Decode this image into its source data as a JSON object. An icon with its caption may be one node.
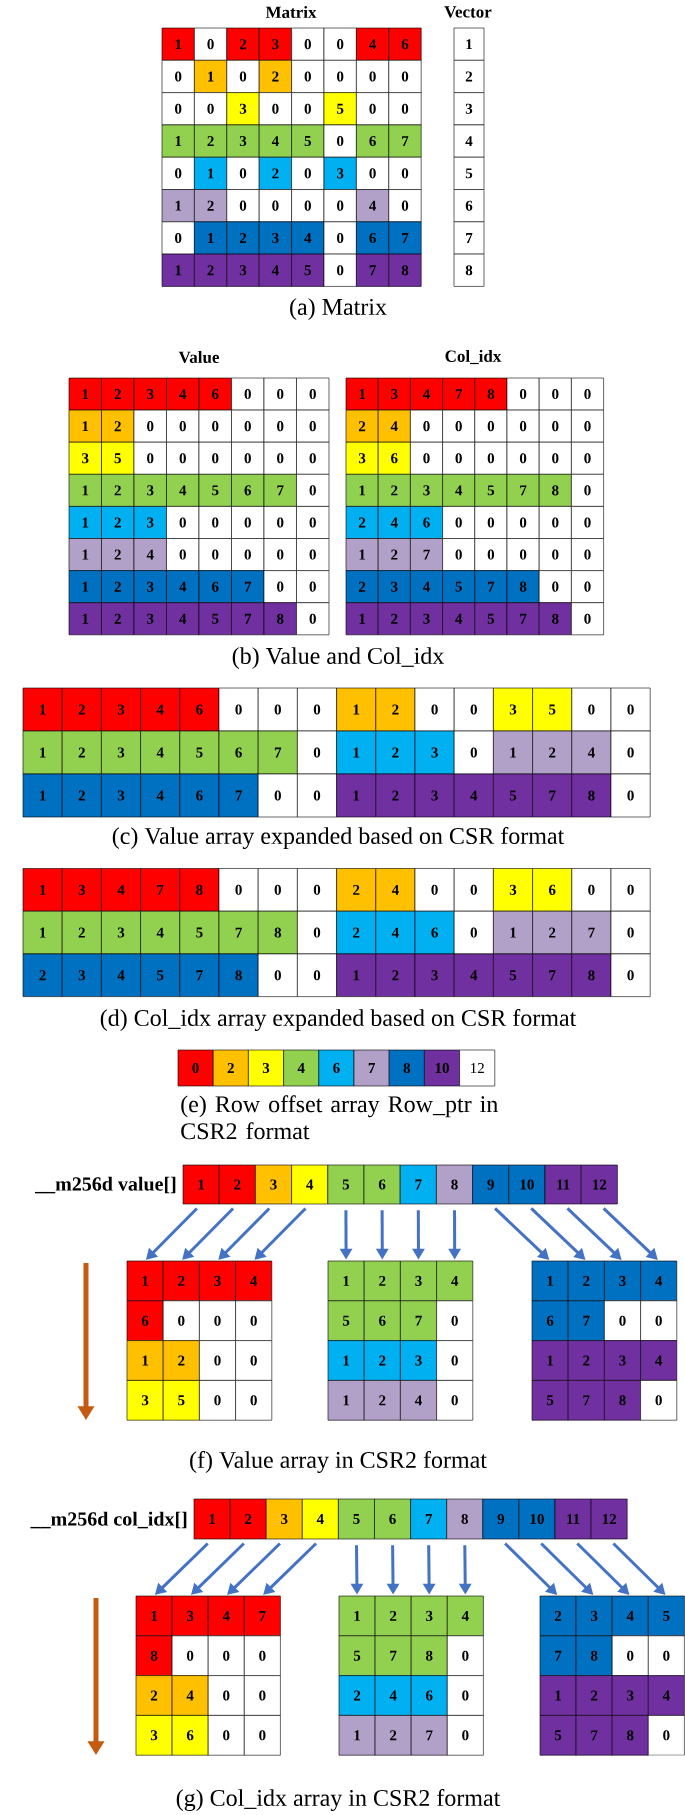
{
  "diagram": {
    "nodes": [
      {
        "text": [
          "1"
        ]
      },
      {
        "text": [
          "2"
        ]
      },
      {
        "text": [
          "3"
        ]
      },
      {
        "text": [
          "4"
        ]
      },
      {
        "text": [
          "5"
        ]
      },
      {
        "text": [
          "6"
        ]
      },
      {
        "text": [
          "7"
        ]
      },
      {
        "text": [
          "8"
        ]
      },
      {
        "text": [
          "9"
        ]
      },
      {
        "text": [
          "10"
        ]
      },
      {
        "text": [
          "11"
        ]
      },
      {
        "text": [
          "12"
        ]
      },
      {
        "text": [
          "1"
        ]
      },
      {
        "text": [
          "2"
        ]
      },
      {
        "text": [
          "3"
        ]
      },
      {
        "text": [
          "4"
        ]
      },
      {
        "text": [
          "1"
        ]
      },
      {
        "text": [
          "2"
        ]
      },
      {
        "text": [
          "3"
        ]
      },
      {
        "text": [
          "4"
        ]
      },
      {
        "text": [
          "1"
        ]
      },
      {
        "text": [
          "2"
        ]
      },
      {
        "text": [
          "3"
        ]
      },
      {
        "text": [
          "4"
        ]
      },
      {
        "text": [
          "1"
        ]
      },
      {
        "text": [
          "2"
        ]
      },
      {
        "text": [
          "3"
        ]
      },
      {
        "text": [
          "4"
        ]
      },
      {
        "text": [
          "5"
        ]
      },
      {
        "text": [
          "6"
        ]
      },
      {
        "text": [
          "7"
        ]
      },
      {
        "text": [
          "8"
        ]
      },
      {
        "text": [
          "9"
        ]
      },
      {
        "text": [
          "10"
        ]
      },
      {
        "text": [
          "11"
        ]
      },
      {
        "text": [
          "12"
        ]
      },
      {
        "text": [
          "1"
        ]
      },
      {
        "text": [
          "3"
        ]
      },
      {
        "text": [
          "4"
        ]
      },
      {
        "text": [
          "7"
        ]
      },
      {
        "text": [
          "1"
        ]
      },
      {
        "text": [
          "2"
        ]
      },
      {
        "text": [
          "3"
        ]
      },
      {
        "text": [
          "4"
        ]
      },
      {
        "text": [
          "2"
        ]
      },
      {
        "text": [
          "3"
        ]
      },
      {
        "text": [
          "4"
        ]
      },
      {
        "text": [
          "5"
        ]
      }
    ],
    "edges": [
      {
        "from": 0,
        "to": 12,
        "arrow": "to"
      },
      {
        "from": 1,
        "to": 13,
        "arrow": "to"
      },
      {
        "from": 2,
        "to": 14,
        "arrow": "to"
      },
      {
        "from": 3,
        "to": 15,
        "arrow": "to"
      },
      {
        "from": 4,
        "to": 16,
        "arrow": "to"
      },
      {
        "from": 5,
        "to": 17,
        "arrow": "to"
      },
      {
        "from": 6,
        "to": 18,
        "arrow": "to"
      },
      {
        "from": 7,
        "to": 19,
        "arrow": "to"
      },
      {
        "from": 8,
        "to": 20,
        "arrow": "to"
      },
      {
        "from": 9,
        "to": 21,
        "arrow": "to"
      },
      {
        "from": 10,
        "to": 22,
        "arrow": "to"
      },
      {
        "from": 11,
        "to": 23,
        "arrow": "to"
      },
      {
        "from": 24,
        "to": 36,
        "arrow": "to"
      },
      {
        "from": 25,
        "to": 37,
        "arrow": "to"
      },
      {
        "from": 26,
        "to": 38,
        "arrow": "to"
      },
      {
        "from": 27,
        "to": 39,
        "arrow": "to"
      },
      {
        "from": 28,
        "to": 40,
        "arrow": "to"
      },
      {
        "from": 29,
        "to": 41,
        "arrow": "to"
      },
      {
        "from": 30,
        "to": 42,
        "arrow": "to"
      },
      {
        "from": 31,
        "to": 43,
        "arrow": "to"
      },
      {
        "from": 32,
        "to": 44,
        "arrow": "to"
      },
      {
        "from": 33,
        "to": 45,
        "arrow": "to"
      },
      {
        "from": 34,
        "to": 46,
        "arrow": "to"
      },
      {
        "from": 35,
        "to": 47,
        "arrow": "to"
      }
    ],
    "labels": [
      "Matrix",
      "Vector",
      "1",
      "0",
      "2",
      "3",
      "0",
      "0",
      "4",
      "6",
      "0",
      "1",
      "0",
      "2",
      "0",
      "0",
      "0",
      "0",
      "0",
      "0",
      "3",
      "0",
      "0",
      "5",
      "0",
      "0",
      "1",
      "2",
      "3",
      "4",
      "5",
      "0",
      "6",
      "7",
      "0",
      "1",
      "0",
      "2",
      "0",
      "3",
      "0",
      "0",
      "1",
      "2",
      "0",
      "0",
      "0",
      "0",
      "4",
      "0",
      "0",
      "1",
      "2",
      "3",
      "4",
      "0",
      "6",
      "7",
      "1",
      "2",
      "3",
      "4",
      "5",
      "0",
      "7",
      "8",
      "1",
      "2",
      "3",
      "4",
      "5",
      "6",
      "7",
      "8",
      "(a) Matrix",
      "Value",
      "Col_idx",
      "1",
      "2",
      "3",
      "4",
      "6",
      "0",
      "0",
      "0",
      "1",
      "2",
      "0",
      "0",
      "0",
      "0",
      "0",
      "0",
      "3",
      "5",
      "0",
      "0",
      "0",
      "0",
      "0",
      "0",
      "1",
      "2",
      "3",
      "4",
      "5",
      "6",
      "7",
      "0",
      "1",
      "2",
      "3",
      "0",
      "0",
      "0",
      "0",
      "0",
      "1",
      "2",
      "4",
      "0",
      "0",
      "0",
      "0",
      "0",
      "1",
      "2",
      "3",
      "4",
      "6",
      "7",
      "0",
      "0",
      "1",
      "2",
      "3",
      "4",
      "5",
      "7",
      "8",
      "0",
      "1",
      "3",
      "4",
      "7",
      "8",
      "0",
      "0",
      "0",
      "2",
      "4",
      "0",
      "0",
      "0",
      "0",
      "0",
      "0",
      "3",
      "6",
      "0",
      "0",
      "0",
      "0",
      "0",
      "0",
      "1",
      "2",
      "3",
      "4",
      "5",
      "7",
      "8",
      "0",
      "2",
      "4",
      "6",
      "0",
      "0",
      "0",
      "0",
      "0",
      "1",
      "2",
      "7",
      "0",
      "0",
      "0",
      "0",
      "0",
      "2",
      "3",
      "4",
      "5",
      "7",
      "8",
      "0",
      "0",
      "1",
      "2",
      "3",
      "4",
      "5",
      "7",
      "8",
      "0",
      "(b) Value and Col_idx",
      "1",
      "2",
      "3",
      "4",
      "6",
      "0",
      "0",
      "0",
      "1",
      "2",
      "0",
      "0",
      "3",
      "5",
      "0",
      "0",
      "1",
      "2",
      "3",
      "4",
      "5",
      "6",
      "7",
      "0",
      "1",
      "2",
      "3",
      "0",
      "1",
      "2",
      "4",
      "0",
      "1",
      "2",
      "3",
      "4",
      "6",
      "7",
      "0",
      "0",
      "1",
      "2",
      "3",
      "4",
      "5",
      "7",
      "8",
      "0",
      "(c) Value array expanded based on CSR format",
      "1",
      "3",
      "4",
      "7",
      "8",
      "0",
      "0",
      "0",
      "2",
      "4",
      "0",
      "0",
      "3",
      "6",
      "0",
      "0",
      "1",
      "2",
      "3",
      "4",
      "5",
      "7",
      "8",
      "0",
      "2",
      "4",
      "6",
      "0",
      "1",
      "2",
      "7",
      "0",
      "2",
      "3",
      "4",
      "5",
      "7",
      "8",
      "0",
      "0",
      "1",
      "2",
      "3",
      "4",
      "5",
      "7",
      "8",
      "0",
      "(d) Col_idx array expanded based on CSR format",
      "0",
      "2",
      "3",
      "4",
      "6",
      "7",
      "8",
      "10",
      "12",
      "(e) Row offset array Row_ptr in CSR2 format",
      "__m256d value[]",
      "6",
      "0",
      "0",
      "0",
      "1",
      "2",
      "0",
      "0",
      "3",
      "5",
      "0",
      "0",
      "5",
      "6",
      "7",
      "0",
      "1",
      "2",
      "3",
      "0",
      "1",
      "2",
      "4",
      "0",
      "6",
      "7",
      "0",
      "0",
      "1",
      "2",
      "3",
      "4",
      "5",
      "7",
      "8",
      "0",
      "(f) Value array in CSR2 format",
      "__m256d col_idx[]",
      "8",
      "0",
      "0",
      "0",
      "2",
      "4",
      "0",
      "0",
      "3",
      "6",
      "0",
      "0",
      "5",
      "7",
      "8",
      "0",
      "2",
      "4",
      "6",
      "0",
      "1",
      "2",
      "7",
      "0",
      "7",
      "8",
      "0",
      "0",
      "1",
      "2",
      "3",
      "4",
      "5",
      "7",
      "8",
      "0",
      "(g) Col_idx array in CSR2 format"
    ]
  }
}
